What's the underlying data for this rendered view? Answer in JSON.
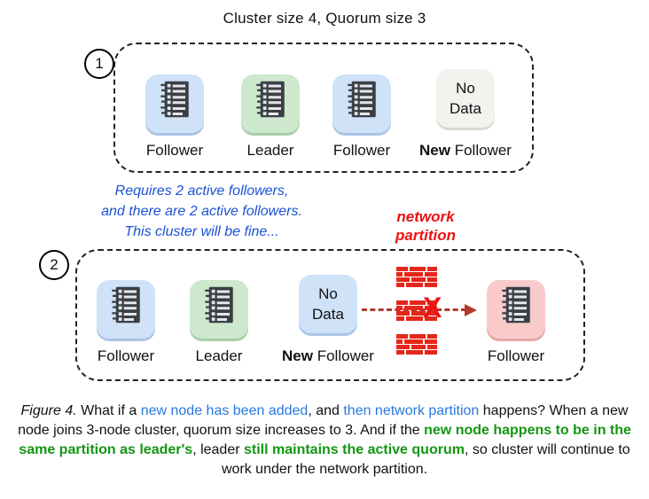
{
  "title": "Cluster size 4, Quorum size 3",
  "panel1": {
    "badge": "1",
    "nodes": [
      {
        "label": "Follower"
      },
      {
        "label": "Leader"
      },
      {
        "label": "Follower"
      },
      {
        "label_bold": "New",
        "label": " Follower",
        "box_lines": [
          "No",
          "Data"
        ]
      }
    ]
  },
  "panel2": {
    "badge": "2",
    "nodes": [
      {
        "label": "Follower"
      },
      {
        "label": "Leader"
      },
      {
        "label_bold": "New",
        "label": " Follower",
        "box_lines": [
          "No",
          "Data"
        ]
      },
      {
        "label": "Follower"
      }
    ],
    "partition_x": "X"
  },
  "blue_note": {
    "line1": "Requires 2 active followers,",
    "line2": "and there are 2 active followers.",
    "line3": "This cluster will be fine..."
  },
  "partition_label": {
    "line1": "network",
    "line2": "partition"
  },
  "caption": {
    "seg1": "Figure 4.",
    "seg2": " What if a ",
    "seg3": "new node has been added",
    "seg4": ", and ",
    "seg5": "then network partition",
    "seg6": " happens? When a new node joins 3-node cluster, quorum size increases to 3. And if the ",
    "seg7": "new node happens to be in the same partition as leader's",
    "seg8": ", leader ",
    "seg9": "still maintains the active quorum",
    "seg10": ", so cluster will continue to work under the network partition."
  },
  "colors": {
    "follower_blue": "#cfe2f8",
    "leader_green": "#cde8cd",
    "new_node_gray": "#f2f2ef",
    "partitioned_pink": "#f9caca",
    "brick_red": "#e5261a",
    "x_red": "#ee1111",
    "note_blue": "#1b52d6",
    "caption_blue": "#2979e0",
    "caption_green": "#129612"
  }
}
